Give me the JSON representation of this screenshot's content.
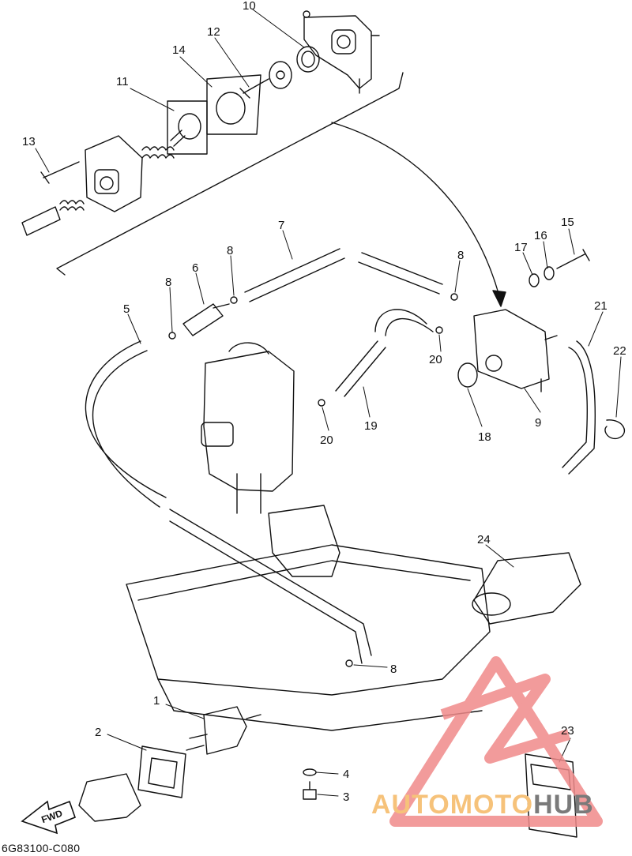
{
  "diagram_code": "6G83100-C080",
  "fwd_label": "FWD",
  "watermark": {
    "part1": "AUTOMOTO",
    "part2": "HUB",
    "color_main": "#f08a8a",
    "color_text": "#f6c27a"
  },
  "callouts": [
    "1",
    "2",
    "3",
    "4",
    "5",
    "6",
    "7",
    "8",
    "8",
    "8",
    "8",
    "9",
    "10",
    "11",
    "12",
    "13",
    "14",
    "15",
    "16",
    "17",
    "18",
    "19",
    "20",
    "20",
    "21",
    "22",
    "23",
    "24"
  ]
}
